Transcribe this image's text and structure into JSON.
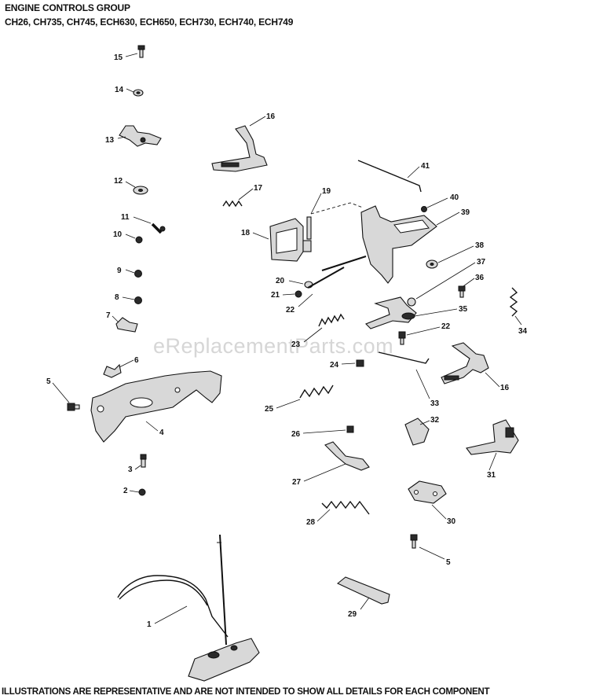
{
  "header": {
    "title": "ENGINE CONTROLS GROUP",
    "models": "CH26, CH735, CH745, ECH630,  ECH650,  ECH730, ECH740, ECH749"
  },
  "watermark": "eReplacementParts.com",
  "footer": "ILLUSTRATIONS ARE REPRESENTATIVE AND ARE NOT INTENDED TO SHOW ALL DETAILS FOR EACH COMPONENT",
  "callouts": {
    "c15": "15",
    "c14": "14",
    "c13": "13",
    "c12": "12",
    "c11": "11",
    "c10": "10",
    "c9": "9",
    "c8": "8",
    "c7": "7",
    "c6": "6",
    "c5a": "5",
    "c4": "4",
    "c3": "3",
    "c2": "2",
    "c1": "1",
    "c16a": "16",
    "c17": "17",
    "c19": "19",
    "c18": "18",
    "c20": "20",
    "c21": "21",
    "c22a": "22",
    "c23": "23",
    "c24": "24",
    "c25": "25",
    "c26": "26",
    "c27": "27",
    "c28": "28",
    "c29": "29",
    "c41": "41",
    "c40": "40",
    "c39": "39",
    "c38": "38",
    "c37": "37",
    "c36": "36",
    "c35": "35",
    "c34": "34",
    "c22b": "22",
    "c16b": "16",
    "c33": "33",
    "c32": "32",
    "c31": "31",
    "c30": "30",
    "c5b": "5"
  }
}
